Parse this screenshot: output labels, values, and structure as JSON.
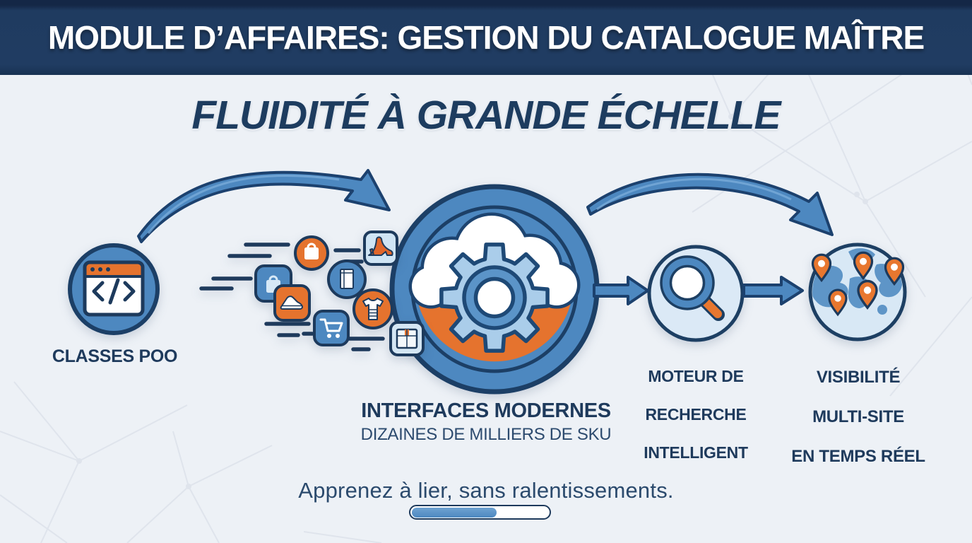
{
  "header": {
    "title": "MODULE D’AFFAIRES: GESTION DU CATALOGUE MAÎTRE"
  },
  "subtitle": "FLUIDITÉ À GRANDE ÉCHELLE",
  "diagram": {
    "classes_node": {
      "label": "CLASSES POO",
      "icon": "code-window-icon"
    },
    "hub_node": {
      "label": "INTERFACES MODERNES",
      "sublabel": "DIZAINES DE MILLIERS DE SKU",
      "icons": [
        "cloud-icon",
        "gear-icon"
      ]
    },
    "product_icons": [
      "shopping-bag-icon",
      "high-heel-icon",
      "tote-bag-icon",
      "sneaker-icon",
      "book-icon",
      "tshirt-icon",
      "shopping-cart-icon",
      "package-box-icon"
    ],
    "search_node": {
      "lines": [
        "MOTEUR DE",
        "RECHERCHE",
        "INTELLIGENT"
      ],
      "icon": "magnifier-icon"
    },
    "visibility_node": {
      "lines": [
        "VISIBILITÉ",
        "MULTI-SITE",
        "EN TEMPS RÉEL"
      ],
      "icon": "globe-pins-icon",
      "pin_count": 5
    },
    "flow": [
      "CLASSES POO",
      "INTERFACES MODERNES",
      "MOTEUR DE RECHERCHE INTELLIGENT",
      "VISIBILITÉ MULTI-SITE EN TEMPS RÉEL"
    ]
  },
  "footer": {
    "tagline": "Apprenez à lier, sans ralentissements.",
    "progress_percent": 62
  },
  "colors": {
    "banner_navy": "#1f3b60",
    "text_navy": "#1e3a5c",
    "outline_navy": "#1c3f66",
    "primary_blue": "#4d88c0",
    "light_blue": "#aacdea",
    "pale_blue": "#d8e8f5",
    "orange": "#e5732e",
    "background": "#edf1f6",
    "white": "#ffffff"
  }
}
